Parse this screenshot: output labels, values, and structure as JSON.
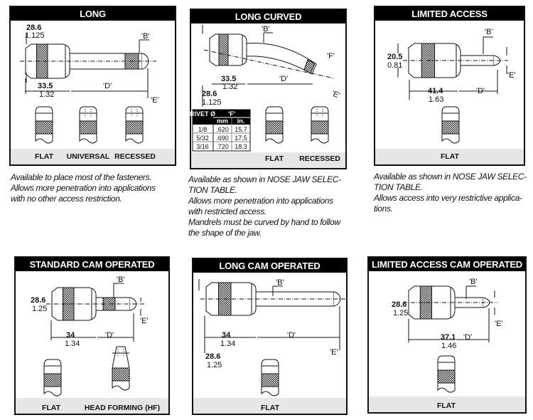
{
  "panels": [
    {
      "title": "LONG",
      "dims": {
        "dia_mm": "28.6",
        "dia_in": "1.125",
        "b": "'B'",
        "len_mm": "33.5",
        "len_in": "1.32",
        "d": "'D'",
        "e": "'E'"
      },
      "types": [
        "FLAT",
        "UNIVERSAL",
        "RECESSED"
      ]
    },
    {
      "title": "LONG CURVED",
      "dims": {
        "b": "'B'",
        "f": "'F'",
        "len_mm": "33.5",
        "len_in": "1.32",
        "d": "'D'",
        "dia_mm": "28.6",
        "dia_in": "1.125",
        "e": "'E'"
      },
      "types": [
        "FLAT",
        "RECESSED"
      ],
      "table": {
        "headers": [
          "RIVET Ø",
          "'F'",
          "mm",
          "in."
        ],
        "rows": [
          [
            "1/8",
            ".620",
            "15.7"
          ],
          [
            "5/32",
            ".690",
            "17.5"
          ],
          [
            "3/16",
            ".720",
            "18.3"
          ]
        ]
      }
    },
    {
      "title": "LIMITED ACCESS",
      "dims": {
        "b": "'B'",
        "dia_mm": "20.5",
        "dia_in": "0.81",
        "len_mm": "41.4",
        "len_in": "1.63",
        "d": "'D'",
        "e": "'E'"
      },
      "types": [
        "FLAT"
      ]
    },
    {
      "title": "STANDARD CAM OPERATED",
      "dims": {
        "b": "'B'",
        "dia_mm": "28.6",
        "dia_in": "1.25",
        "len_mm": "34",
        "len_in": "1.34",
        "d": "'D'",
        "e": "'E'"
      },
      "types": [
        "FLAT",
        "HEAD FORMING (HF)"
      ]
    },
    {
      "title": "LONG CAM OPERATED",
      "dims": {
        "b": "'B'",
        "len_mm": "34",
        "len_in": "1.34",
        "d": "'D'",
        "dia_mm": "28.6",
        "dia_in": "1.25",
        "e": "'E'"
      },
      "types": [
        "FLAT"
      ]
    },
    {
      "title": "LIMITED ACCESS CAM OPERATED",
      "dims": {
        "b": "'B'",
        "dia_mm": "28.6",
        "dia_in": "1.25",
        "len_mm": "37.1",
        "len_in": "1.46",
        "d": "'D'",
        "e": "'E'"
      },
      "types": [
        "FLAT"
      ]
    }
  ],
  "descriptions": [
    [
      "Available to place most of the fasteners.",
      "Allows more penetration into applications",
      "with no other access restriction."
    ],
    [
      "Available as shown in NOSE JAW SELEC-",
      "TION TABLE.",
      "Allows more penetration into applications",
      "with restricted access.",
      "Mandrels must be curved by hand to follow",
      "the shape of the jaw."
    ],
    [
      "Available as shown in NOSE JAW SELEC-",
      "TION TABLE.",
      "Allows access into very restrictive applica-",
      "tions."
    ]
  ]
}
